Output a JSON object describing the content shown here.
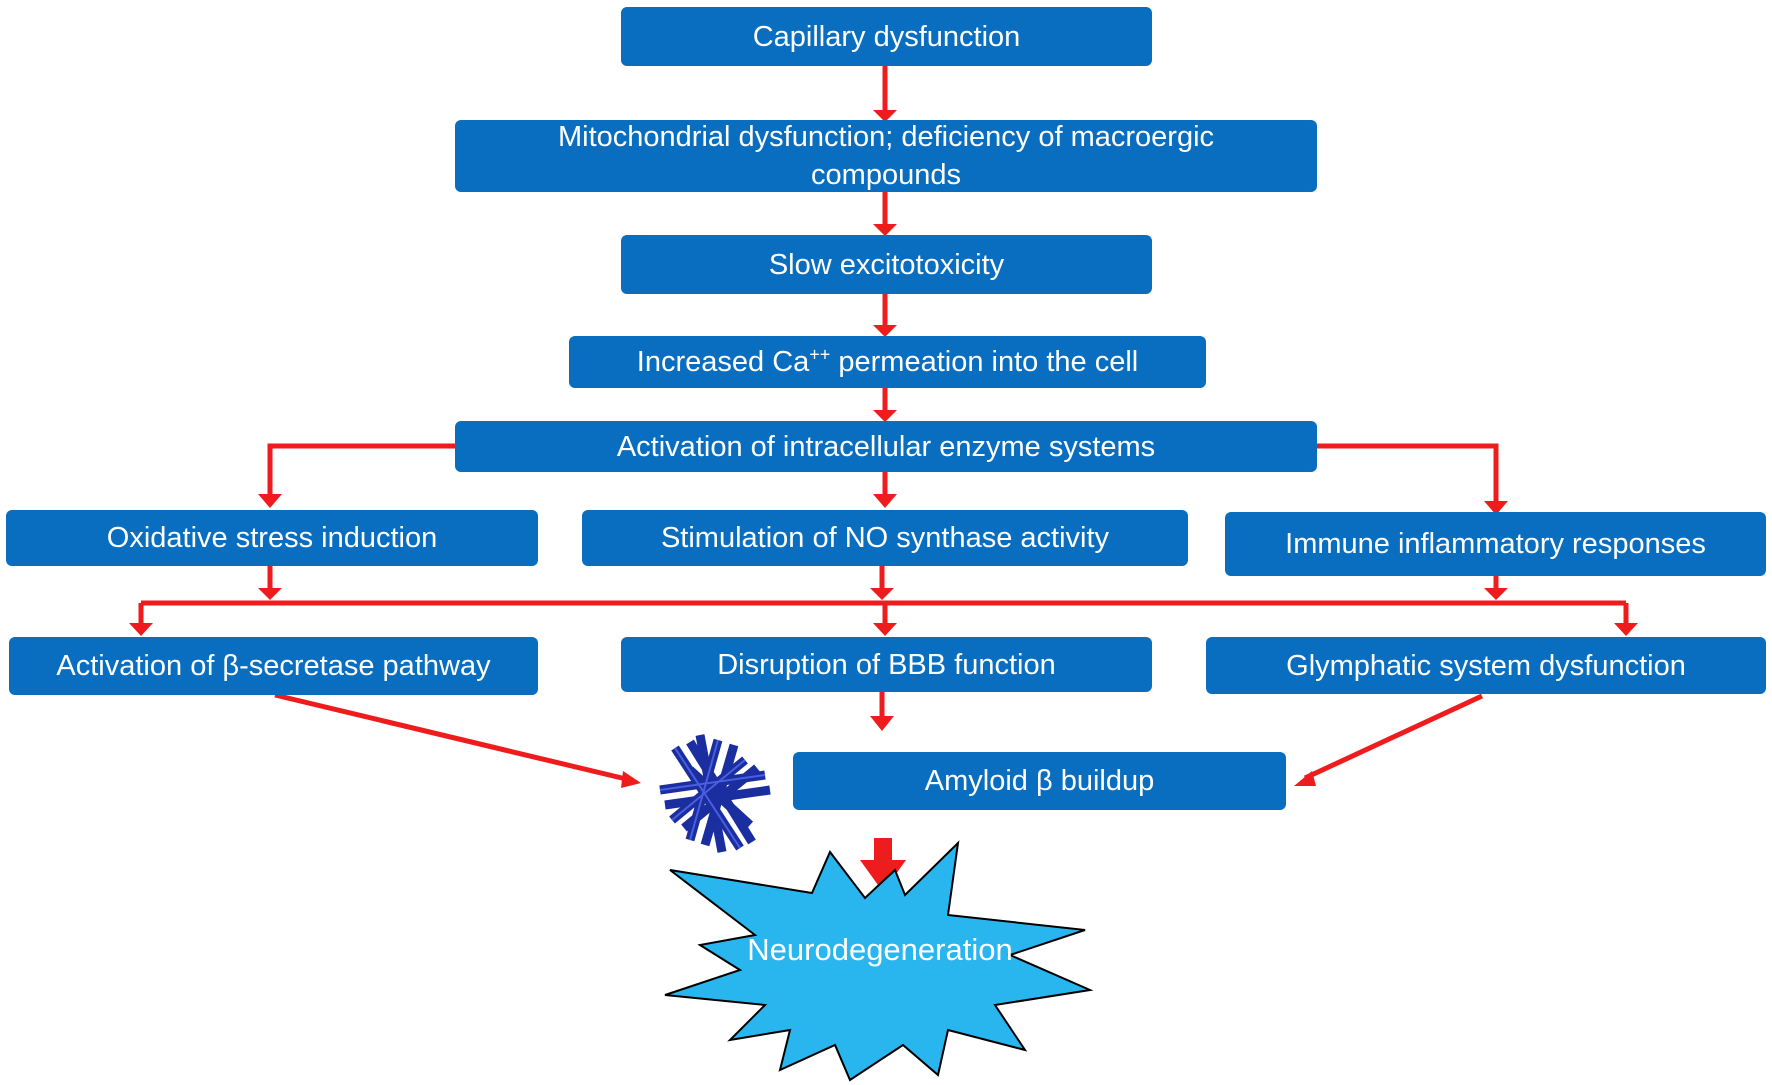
{
  "nodes": {
    "capillary": "Capillary dysfunction",
    "mitochondrial": "Mitochondrial dysfunction; deficiency of macroergic compounds",
    "excitotoxicity": "Slow excitotoxicity",
    "calcium_pre": "Increased Ca",
    "calcium_sup": "++",
    "calcium_post": " permeation into the cell",
    "enzyme": "Activation of intracellular enzyme systems",
    "oxidative": "Oxidative stress induction",
    "no_synthase": "Stimulation of NO synthase activity",
    "immune": "Immune inflammatory responses",
    "secretase": "Activation of β-secretase pathway",
    "bbb": "Disruption of BBB function",
    "glymphatic": "Glymphatic system dysfunction",
    "amyloid": "Amyloid β buildup",
    "neurodegeneration": "Neurodegeneration"
  },
  "colors": {
    "node_fill": "#0a6ec0",
    "arrow": "#ee1c1c",
    "burst_fill": "#29b6ef",
    "fibril": "#1a2ea0"
  },
  "icons": [
    "amyloid-fibrils-icon",
    "starburst-shape"
  ]
}
